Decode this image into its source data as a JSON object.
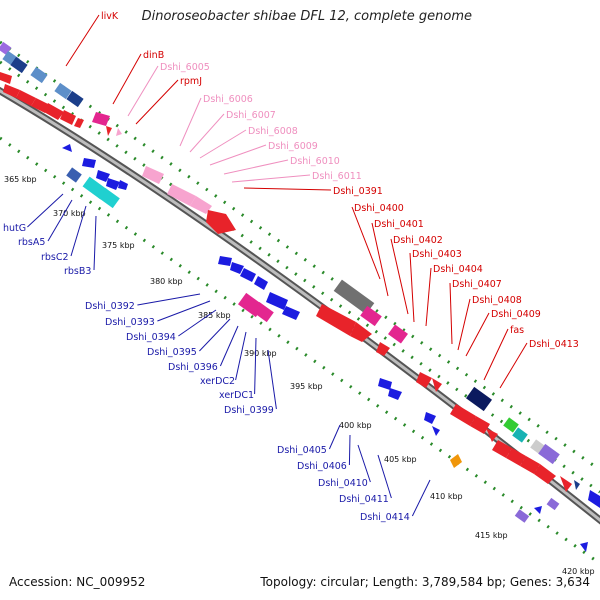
{
  "title": "Dinoroseobacter shibae DFL 12, complete genome",
  "accession": "Accession: NC_009952",
  "topology": "Topology: circular; Length: 3,789,584 bp; Genes: 3,634",
  "colors": {
    "backbone": "#7a7a7a",
    "forward_strand_dots": "#2a8a2a",
    "feature_label_forward": "#d40000",
    "feature_label_pseudo": "#ef8fbf",
    "feature_label_reverse": "#1a1aa8",
    "cds_forward": "#e8232a",
    "cds_reverse": "#1c1ce0"
  },
  "scale_ticks": [
    "365 kbp",
    "370 kbp",
    "375 kbp",
    "380 kbp",
    "385 kbp",
    "390 kbp",
    "395 kbp",
    "400 kbp",
    "405 kbp",
    "410 kbp",
    "415 kbp",
    "420 kbp"
  ],
  "forward_labels": [
    {
      "text": "livK",
      "kind": "forward"
    },
    {
      "text": "dinB",
      "kind": "forward"
    },
    {
      "text": "Dshi_6005",
      "kind": "pseudo"
    },
    {
      "text": "rpmJ",
      "kind": "forward"
    },
    {
      "text": "Dshi_6006",
      "kind": "pseudo"
    },
    {
      "text": "Dshi_6007",
      "kind": "pseudo"
    },
    {
      "text": "Dshi_6008",
      "kind": "pseudo"
    },
    {
      "text": "Dshi_6009",
      "kind": "pseudo"
    },
    {
      "text": "Dshi_6010",
      "kind": "pseudo"
    },
    {
      "text": "Dshi_6011",
      "kind": "pseudo"
    },
    {
      "text": "Dshi_0391",
      "kind": "forward"
    },
    {
      "text": "Dshi_0400",
      "kind": "forward"
    },
    {
      "text": "Dshi_0401",
      "kind": "forward"
    },
    {
      "text": "Dshi_0402",
      "kind": "forward"
    },
    {
      "text": "Dshi_0403",
      "kind": "forward"
    },
    {
      "text": "Dshi_0404",
      "kind": "forward"
    },
    {
      "text": "Dshi_0407",
      "kind": "forward"
    },
    {
      "text": "Dshi_0408",
      "kind": "forward"
    },
    {
      "text": "Dshi_0409",
      "kind": "forward"
    },
    {
      "text": "fas",
      "kind": "forward"
    },
    {
      "text": "Dshi_0413",
      "kind": "forward"
    }
  ],
  "reverse_labels": [
    {
      "text": "hutG"
    },
    {
      "text": "rbsA5"
    },
    {
      "text": "rbsC2"
    },
    {
      "text": "rbsB3"
    },
    {
      "text": "Dshi_0392"
    },
    {
      "text": "Dshi_0393"
    },
    {
      "text": "Dshi_0394"
    },
    {
      "text": "Dshi_0395"
    },
    {
      "text": "Dshi_0396"
    },
    {
      "text": "xerDC2"
    },
    {
      "text": "xerDC1"
    },
    {
      "text": "Dshi_0399"
    },
    {
      "text": "Dshi_0405"
    },
    {
      "text": "Dshi_0406"
    },
    {
      "text": "Dshi_0410"
    },
    {
      "text": "Dshi_0411"
    },
    {
      "text": "Dshi_0414"
    }
  ]
}
